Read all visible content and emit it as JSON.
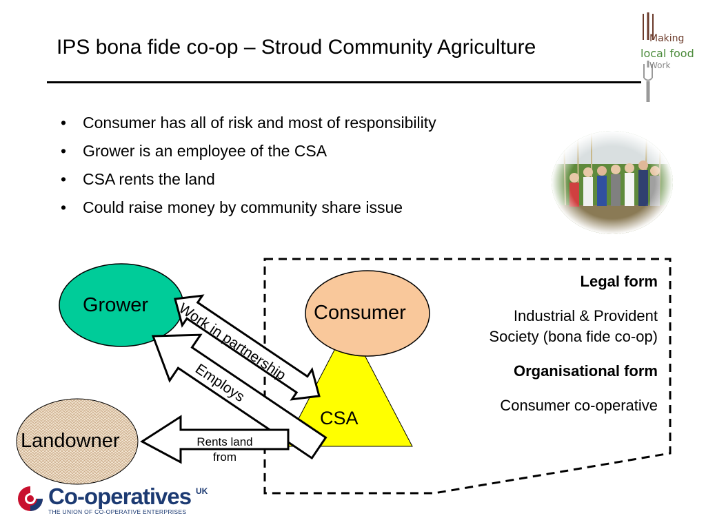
{
  "title": "IPS bona fide co-op – Stroud Community Agriculture",
  "bullets": [
    "Consumer has all of risk and most of responsibility",
    "Grower is an employee of the CSA",
    "CSA rents the land",
    "Could raise money by community share issue"
  ],
  "bullet_symbol": "•",
  "logos": {
    "making_local_food_work": {
      "line1": "Making",
      "line2": "local food",
      "line3": "Work"
    },
    "cooperatives_uk": {
      "name": "Co-operatives",
      "suffix": "UK",
      "tagline": "THE UNION OF CO-OPERATIVE ENTERPRISES"
    }
  },
  "diagram": {
    "grower": "Grower",
    "consumer": "Consumer",
    "csa": "CSA",
    "landowner": "Landowner",
    "arrow_partnership": "Work in partnership",
    "arrow_employs": "Employs",
    "arrow_rents": "Rents land from"
  },
  "legal_panel": {
    "legal_form_heading": "Legal form",
    "legal_form_line1": "Industrial & Provident",
    "legal_form_line2": "Society (bona fide co-op)",
    "org_form_heading": "Organisational form",
    "org_form_value": "Consumer co-operative"
  },
  "colors": {
    "grower_fill": "#00cc99",
    "consumer_fill": "#f9c89b",
    "csa_fill": "#ffff00",
    "landowner_fill": "#f1e3cf",
    "coop_blue": "#1c3a72",
    "coop_red": "#c8102e",
    "mlfw_green": "#4a8a3a"
  }
}
